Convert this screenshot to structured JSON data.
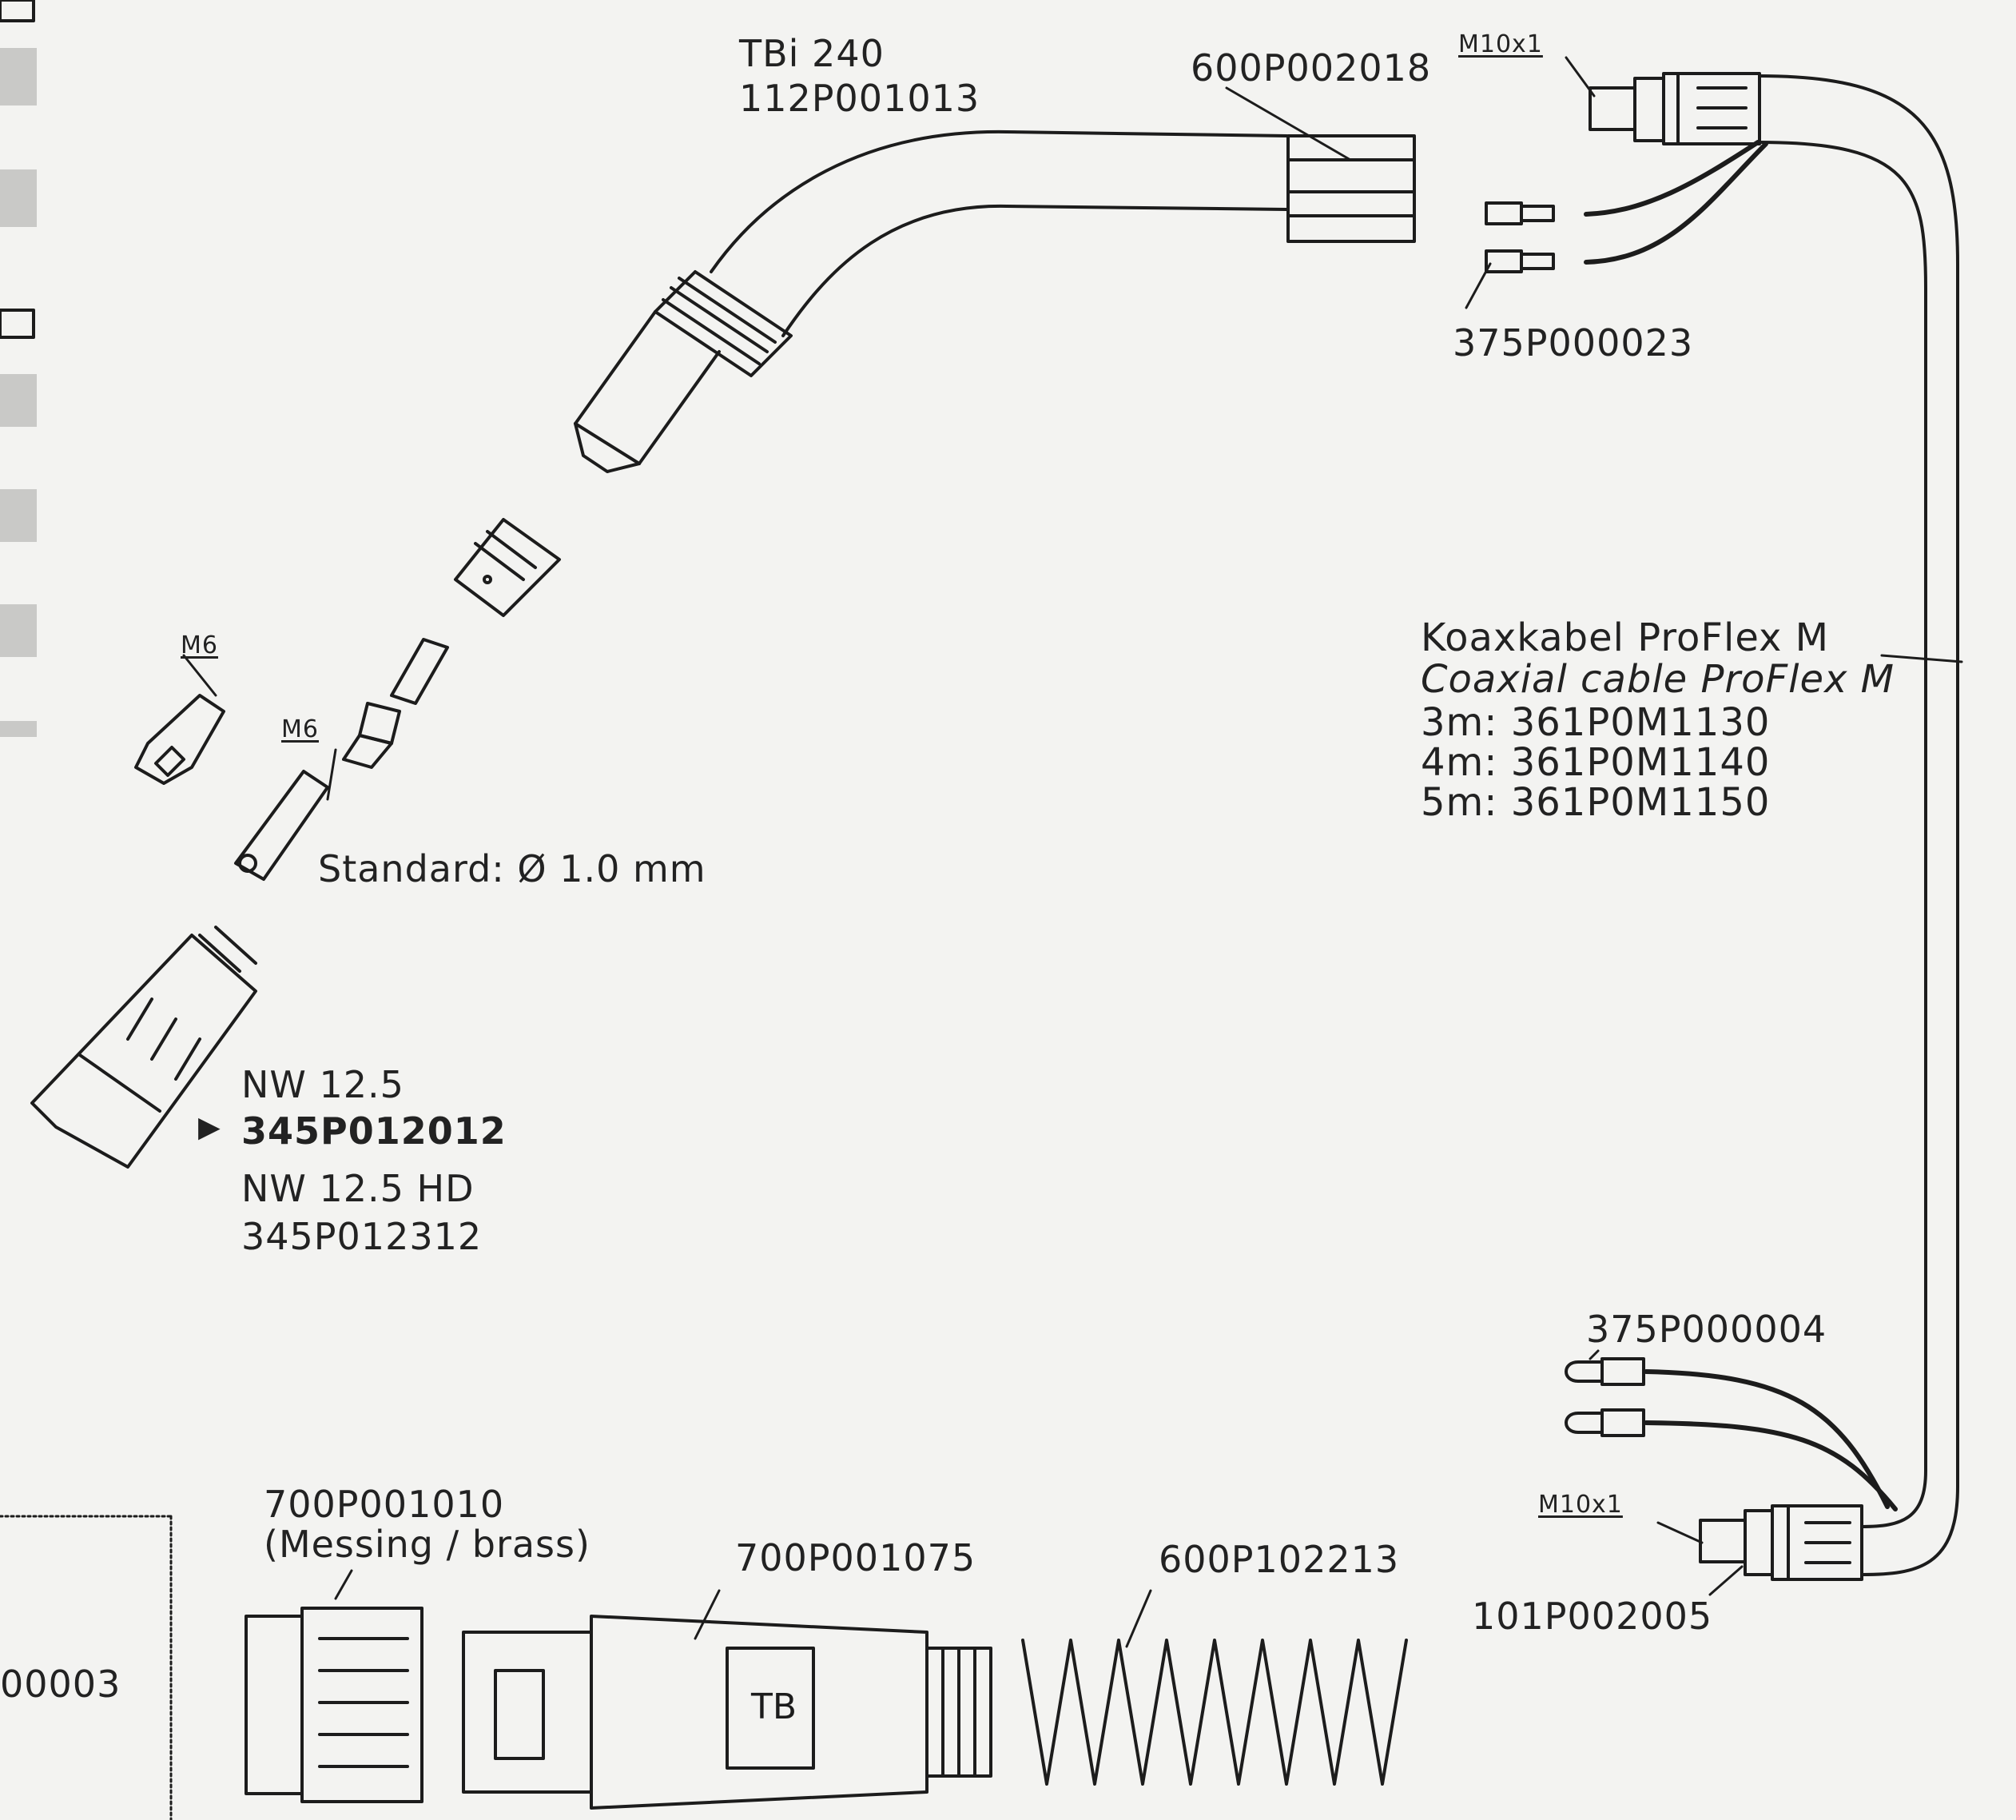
{
  "colors": {
    "background": "#f3f3f1",
    "line": "#1c1c1c",
    "gray_tab": "#c9c9c7"
  },
  "torch": {
    "model": "TBi 240",
    "part_no": "112P001013"
  },
  "parts": {
    "clamp_600": "600P002018",
    "thread_top": "M10x1",
    "connector_top": "375P000023",
    "cable_de": "Koaxkabel ProFlex M",
    "cable_en": "Coaxial cable ProFlex M",
    "cable_3m": "3m: 361P0M1130",
    "cable_4m": "4m: 361P0M1140",
    "cable_5m": "5m: 361P0M1150",
    "m6_a": "M6",
    "m6_b": "M6",
    "standard_tip": "Standard: Ø 1.0 mm",
    "nozzle_1": "NW 12.5",
    "nozzle_1_part": "345P012012",
    "nozzle_2": "NW 12.5 HD",
    "nozzle_2_part": "345P012312",
    "connector_bottom": "375P000004",
    "thread_bottom": "M10x1",
    "nut_bottom": "101P002005",
    "nut_brass": "700P001010",
    "nut_brass_note": "(Messing / brass)",
    "handle": "700P001075",
    "spring": "600P102213",
    "partial_label": "00003",
    "arrow_marker": "▶"
  }
}
